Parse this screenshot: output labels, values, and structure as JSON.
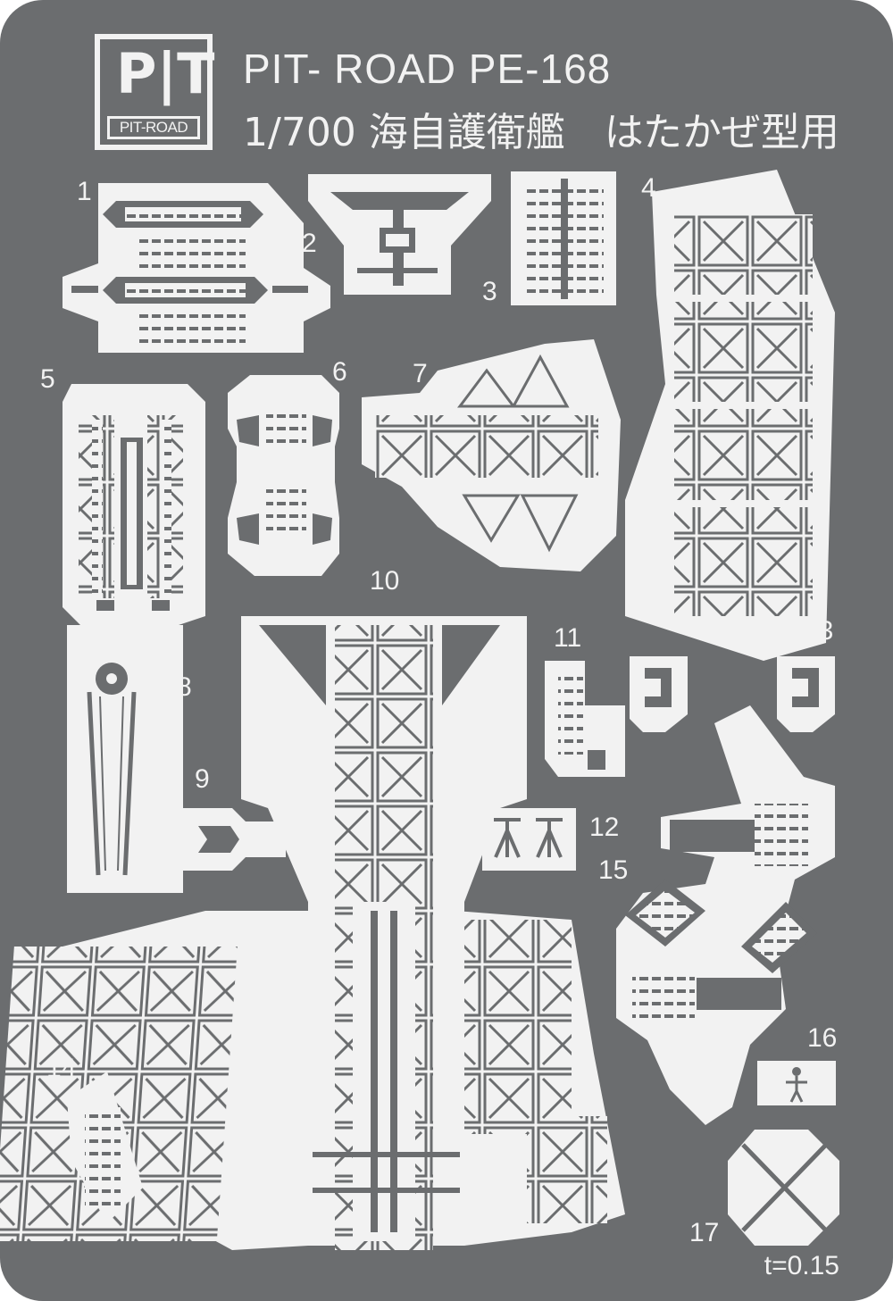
{
  "header": {
    "brand_mark": "P|T",
    "brand_name": "PIT-ROAD",
    "title_line1": "PIT- ROAD PE-168",
    "title_line2": "1/700 海自護衛艦　はたかぜ型用"
  },
  "part_numbers": [
    "1",
    "2",
    "3",
    "4",
    "5",
    "6",
    "7",
    "8",
    "9",
    "10",
    "11",
    "12",
    "13",
    "14",
    "15",
    "16",
    "17"
  ],
  "thickness": "t=0.15",
  "colors": {
    "sheet": "#6b6d6f",
    "metal": "#f2f2f2"
  }
}
